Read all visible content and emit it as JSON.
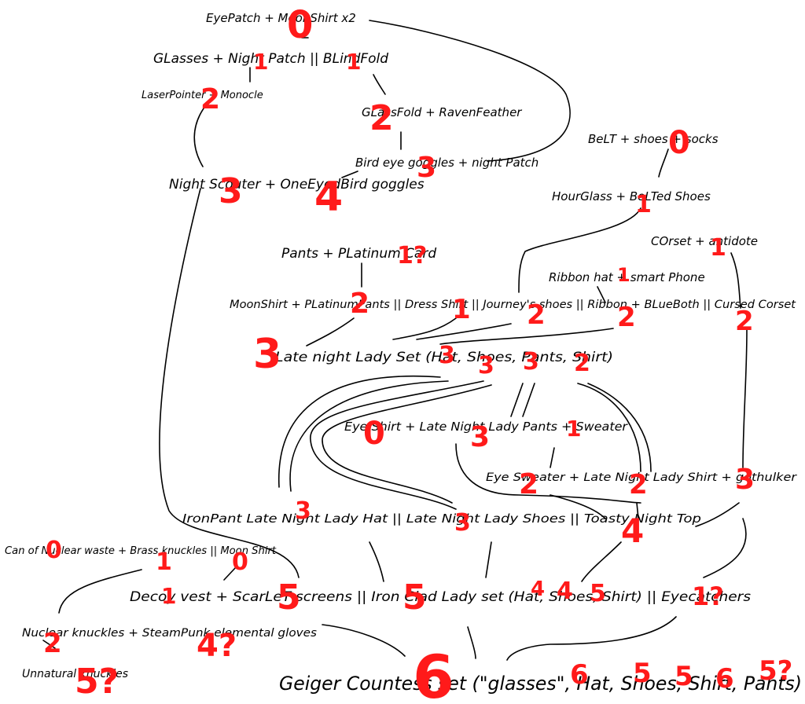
{
  "labels": {
    "eyepatch_moonshirt": "EyePatch + MoonShirt x2",
    "glasses_nightpatch_blindfold": "GLasses + Night Patch || BLindFold",
    "laserpointer_monocle": "LaserPointer + Monocle",
    "glassfold_ravenfeather": "GLassFold + RavenFeather",
    "birdeye_goggles_nightpatch": "Bird eye goggles + night Patch",
    "belt_shoes_socks": "BeLT + shoes + socks",
    "nightscouter_birdgoggles": "Night Scouter + OneEyedBird goggles",
    "hourglass_beltedshoes": "HourGlass + BeLTed Shoes",
    "corset_antidote": "COrset + antidote",
    "pants_platinumcard": "Pants + PLatinum Card",
    "ribbon_smartphone": "Ribbon hat + smart Phone",
    "moonshirt_row": "MoonShirt + PLatinumPants || Dress Shirt || Journey's shoes || Ribbon + BLueBoth || Cursed Corset",
    "late_night_lady_set": "Late night Lady Set (Hat, Shoes, Pants, Shirt)",
    "eyeshirt_latenightpants": "Eye Shirt + Late Night Lady Pants + Sweater",
    "eyesweater_row": "Eye Sweater + Late Night Lady Shirt + gothulker",
    "ironpants_row": "IronPant Late Night Lady Hat || Late Night Lady Shoes || Toasty Night Top",
    "canofnuclear_row": "Can of Nuclear waste + Brass knuckles || Moon Shirt",
    "decoy_row": "Decoy vest + ScarLeT screens || Iron Clad Lady set (Hat, Shoes, Shirt) || Eyecatchers",
    "nuclearknuckles_row": "Nuclear knuckles + SteamPunk elemental gloves",
    "unnatural_knuckles": "Unnatural knuckles",
    "geiger_row": "Geiger Countess set (\"glasses\", Hat, Shoes, Shirt, Pants)"
  },
  "tiers": {
    "t_eyepatch": "0",
    "t_glasses": "1",
    "t_blindfold": "1",
    "t_laser": "2",
    "t_glassfold": "2",
    "t_birdeye": "3",
    "t_belt": "0",
    "t_nightscouter": "3",
    "t_birdgoggles": "4",
    "t_hourglass": "1",
    "t_corset": "1",
    "t_pants": "1?",
    "t_ribbon": "1",
    "t_moonshirt": "2",
    "t_dressshirt": "1",
    "t_journey": "2",
    "t_ribbonblue": "2",
    "t_cursedcorset": "2",
    "t_lateset": "3",
    "t_lateset_hat": "3",
    "t_lateset_shoes": "3",
    "t_lateset_pants": "3",
    "t_lateset_shirt": "2",
    "t_eyeshirt": "0",
    "t_latepants": "3",
    "t_sweater": "1",
    "t_eyesweater": "2",
    "t_lateshirt": "2",
    "t_gothulker": "3",
    "t_ironpant": "3",
    "t_lateshoes": "3",
    "t_toasty": "4",
    "t_canofnuclear": "0",
    "t_brass": "1",
    "t_moonshirt2": "0",
    "t_decoy": "1",
    "t_scarlet": "5",
    "t_ironclad": "5",
    "t_ironclad_hat": "4",
    "t_ironclad_shoes": "4",
    "t_ironclad_shirt": "5",
    "t_eyecatchers": "1?",
    "t_nuclear": "2",
    "t_steampunk": "4?",
    "t_unnatural": "5?",
    "t_geiger": "6",
    "t_geiger_glasses": "6",
    "t_geiger_hat": "5",
    "t_geiger_shoes": "5",
    "t_geiger_shirt": "6",
    "t_geiger_pants": "5?"
  },
  "colors": {
    "ink": "#000000",
    "tier_marks": "#ff1a1a",
    "background": "#ffffff"
  }
}
